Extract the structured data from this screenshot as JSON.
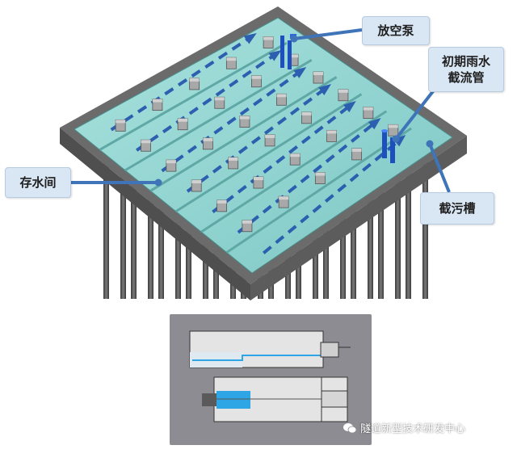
{
  "labels": {
    "pump": "放空泵",
    "pipe_line1": "初期雨水",
    "pipe_line2": "截流管",
    "storage": "存水间",
    "trough": "截污槽"
  },
  "watermark": {
    "text": "隧道新型技术研发中心",
    "icon": "wechat-icon"
  },
  "colors": {
    "water": "#8fd3cf",
    "wall": "#5e5e5e",
    "arrow": "#2c5fb0",
    "leader": "#3f74b8",
    "callout_bg": "#d9e6f4",
    "inset_bg": "#8c8c92",
    "inset_water": "#2ea6e6"
  }
}
